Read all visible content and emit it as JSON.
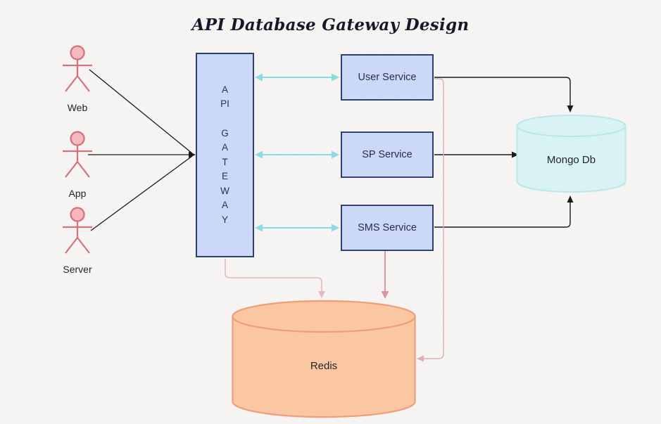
{
  "title": "API Database Gateway Design",
  "actors": [
    {
      "label": "Web"
    },
    {
      "label": "App"
    },
    {
      "label": "Server"
    }
  ],
  "gateway": {
    "word1": "API",
    "word2": "GATEWAY"
  },
  "services": [
    {
      "label": "User Service"
    },
    {
      "label": "SP Service"
    },
    {
      "label": "SMS Service"
    }
  ],
  "databases": {
    "mongo": {
      "label": "Mongo Db"
    },
    "redis": {
      "label": "Redis"
    }
  },
  "colors": {
    "background": "#f5f4f2",
    "node_fill": "#ccd8f8",
    "node_border": "#2e4172",
    "actor_stroke": "#d4717c",
    "actor_head_fill": "#f3b9be",
    "cyan_arrow": "#87dbe2",
    "pink_arrow_light": "#e9b7bf",
    "pink_arrow_medium": "#dd95a3",
    "black_arrow": "#1a1a1a",
    "mongo_fill": "#d9f3f5",
    "mongo_border": "#b9e7ea",
    "redis_fill": "#fbc7a3",
    "redis_border": "#ef9d76",
    "title_color": "#18182b"
  }
}
